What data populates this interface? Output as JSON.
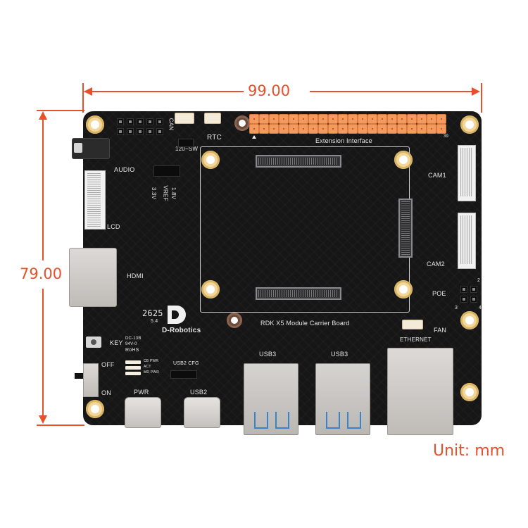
{
  "dimensions": {
    "width_label": "99.00",
    "height_label": "79.00",
    "unit_label": "Unit: mm",
    "accent_color": "#e8502a"
  },
  "board": {
    "title": "RDK X5 Module Carrier Board",
    "brand": "D-Robotics",
    "brand_code": "2625",
    "brand_sub": "5.4",
    "color": "#161617",
    "labels": {
      "can": "CAN",
      "rtc": "RTC",
      "sw120": "120~SW",
      "audio": "AUDIO",
      "lcd": "LCD",
      "vref_33": "3.3V",
      "vref": "VREF",
      "vref_18": "1.8V",
      "extension": "Extension Interface",
      "gpio_pin1": "1",
      "gpio_pin39": "39",
      "cam1": "CAM1",
      "cam2": "CAM2",
      "poe": "POE",
      "poe_pin2": "2",
      "poe_pin3": "3",
      "poe_pin4": "4",
      "hdmi": "HDMI",
      "key": "KEY",
      "off": "OFF",
      "on": "ON",
      "cert1": "DC-13B",
      "cert2": "94V-0",
      "rohs": "RoHS",
      "led_cb_pwr": "CB PWR",
      "led_act": "ACT",
      "led_md_pwr": "MD PWR",
      "usb2_cfg": "USB2 CFG",
      "pwr": "PWR",
      "usb2": "USB2",
      "usb3_a": "USB3",
      "usb3_b": "USB3",
      "fan": "FAN",
      "ethernet": "ETHERNET"
    },
    "gpio_header": {
      "pin_count": 40,
      "pin_color": "#f59a5f"
    }
  }
}
